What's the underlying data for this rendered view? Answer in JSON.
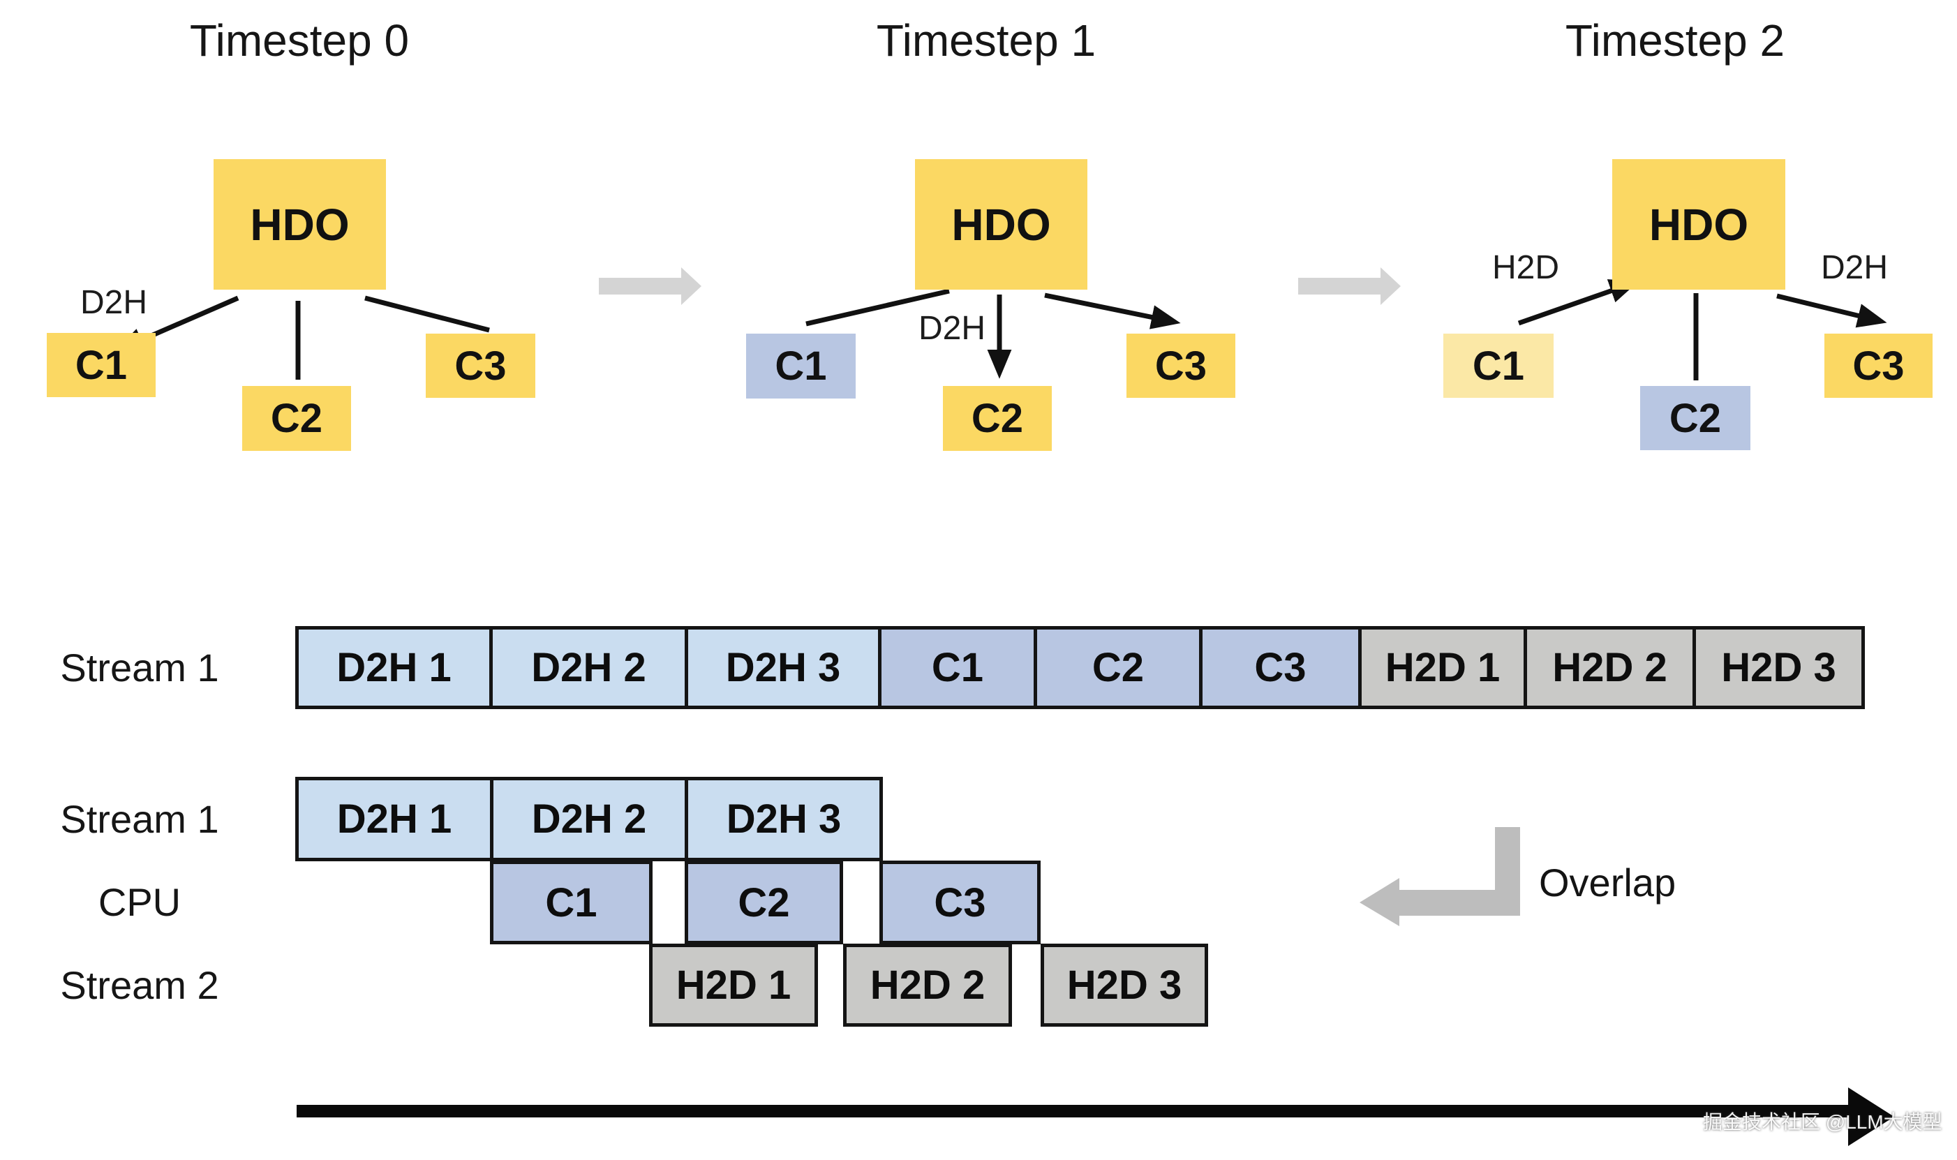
{
  "timesteps": [
    {
      "title": "Timestep 0",
      "nodes": {
        "hdo": "HDO",
        "c1": "C1",
        "c2": "C2",
        "c3": "C3"
      },
      "labels": {
        "d2h": "D2H"
      }
    },
    {
      "title": "Timestep 1",
      "nodes": {
        "hdo": "HDO",
        "c1": "C1",
        "c2": "C2",
        "c3": "C3"
      },
      "labels": {
        "d2h": "D2H"
      }
    },
    {
      "title": "Timestep 2",
      "nodes": {
        "hdo": "HDO",
        "c1": "C1",
        "c2": "C2",
        "c3": "C3"
      },
      "labels": {
        "h2d": "H2D",
        "d2h": "D2H"
      }
    }
  ],
  "gantt": {
    "row1": {
      "label": "Stream 1",
      "cells": [
        "D2H 1",
        "D2H 2",
        "D2H 3",
        "C1",
        "C2",
        "C3",
        "H2D 1",
        "H2D 2",
        "H2D 3"
      ]
    },
    "group2": {
      "stream1": {
        "label": "Stream 1",
        "cells": [
          "D2H 1",
          "D2H 2",
          "D2H 3"
        ]
      },
      "cpu": {
        "label": "CPU",
        "cells": [
          "C1",
          "C2",
          "C3"
        ]
      },
      "stream2": {
        "label": "Stream 2",
        "cells": [
          "H2D 1",
          "H2D 2",
          "H2D 3"
        ]
      }
    }
  },
  "overlap_label": "Overlap",
  "watermark": "掘金技术社区 @LLM大模型",
  "colors": {
    "node_yellow": "#FBD863",
    "node_pale_yellow": "#FBE8A6",
    "node_blue": "#B8C6E2",
    "cell_light_blue": "#CADDF0",
    "cell_blue": "#B8C6E2",
    "cell_gray": "#C9C9C7",
    "step_arrow_gray": "#D4D4D4",
    "overlap_arrow_gray": "#BDBDBD",
    "ink": "#111111"
  }
}
